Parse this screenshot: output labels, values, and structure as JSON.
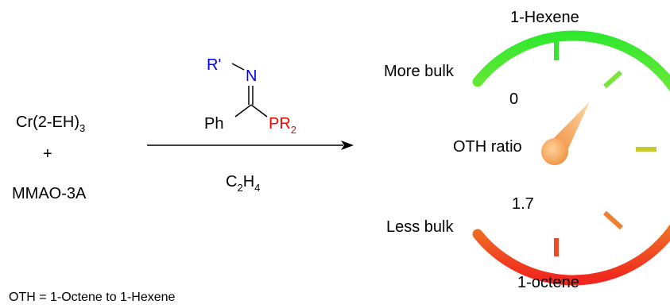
{
  "reactants": {
    "catalyst_main": "Cr(2-EH)",
    "catalyst_sub": "3",
    "plus": "+",
    "cocatalyst": "MMAO-3A"
  },
  "ligand": {
    "r_prime": "R'",
    "nitrogen": "N",
    "phenyl": "Ph",
    "phosphine_main": "PR",
    "phosphine_sub": "2"
  },
  "reagent": {
    "c": "C",
    "c_sub": "2",
    "h": "H",
    "h_sub": "4"
  },
  "gauge": {
    "top_label": "1-Hexene",
    "bottom_label": "1-octene",
    "upper_left_label": "More bulk",
    "lower_left_label": "Less bulk",
    "min_value": "0",
    "max_value": "1.7",
    "center_label": "OTH ratio"
  },
  "footnote": "OTH = 1-Octene to 1-Hexene",
  "colors": {
    "gauge_top": "#2ee82e",
    "gauge_mid": "#c8c828",
    "gauge_bottom": "#f0281e",
    "needle": "#f5a050",
    "ligand_r": "#0000ff",
    "ligand_p": "#ff0000"
  }
}
